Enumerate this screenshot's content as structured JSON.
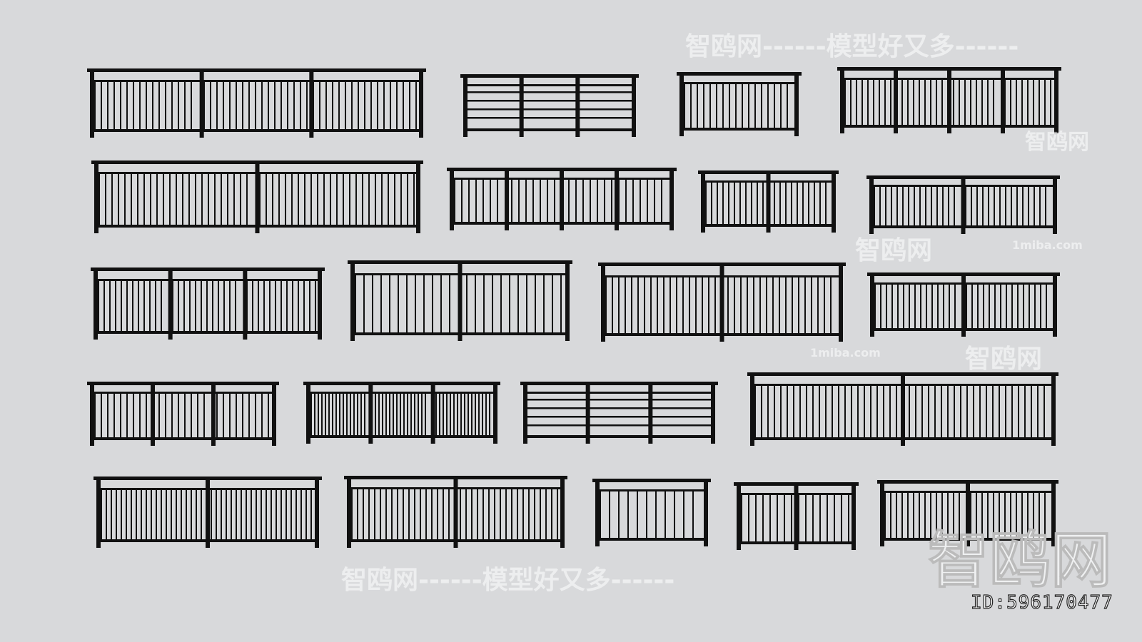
{
  "watermarks": {
    "slogan": "智鸥网------模型好又多------",
    "brand": "智鸥网",
    "site": "1miba.com"
  },
  "id_label": "ID:596170477",
  "colors": {
    "background": "#d8d9db",
    "railing": "#111111"
  }
}
